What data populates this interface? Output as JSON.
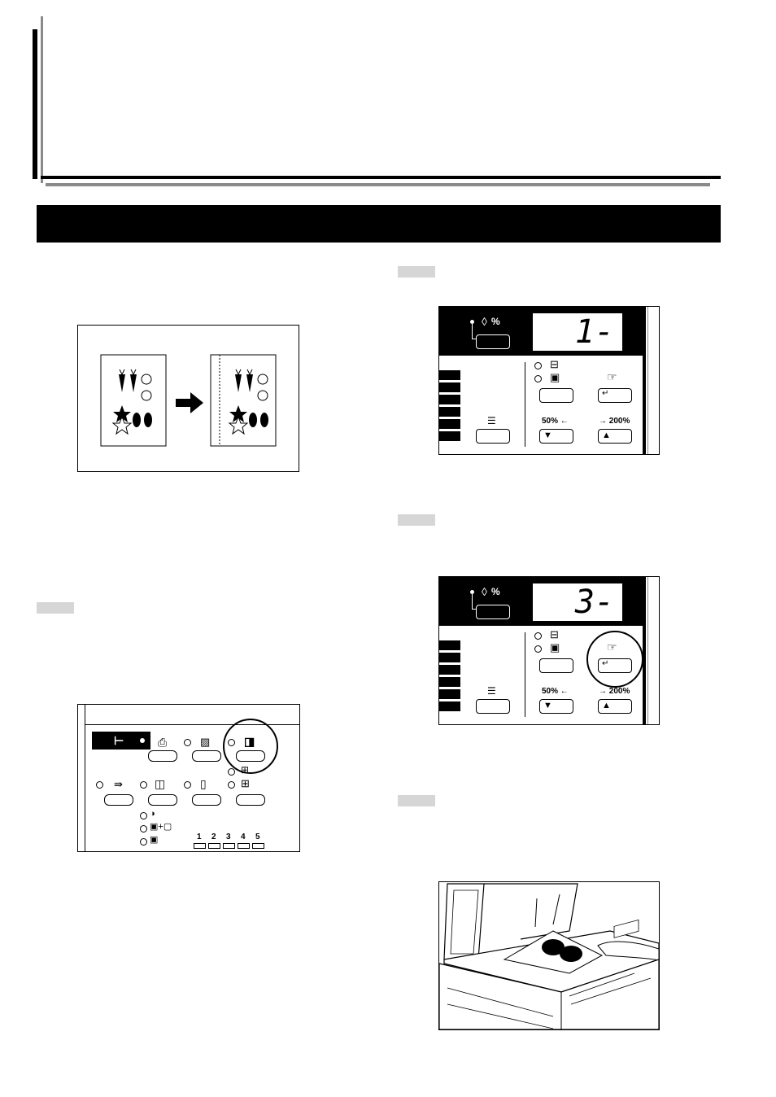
{
  "reduction_panel": {
    "percent_label": "%",
    "min_label": "50%",
    "max_label": "200%",
    "display_step1": "1-",
    "display_step2": "3-",
    "up_arrow": "▲",
    "down_arrow": "▼"
  },
  "function_panel": {
    "quantity_numbers": [
      "1",
      "2",
      "3",
      "4",
      "5"
    ]
  },
  "colors": {
    "ink": "#000000",
    "step_tag": "#d6d6d6",
    "rule_gray": "#8a8a8a"
  }
}
